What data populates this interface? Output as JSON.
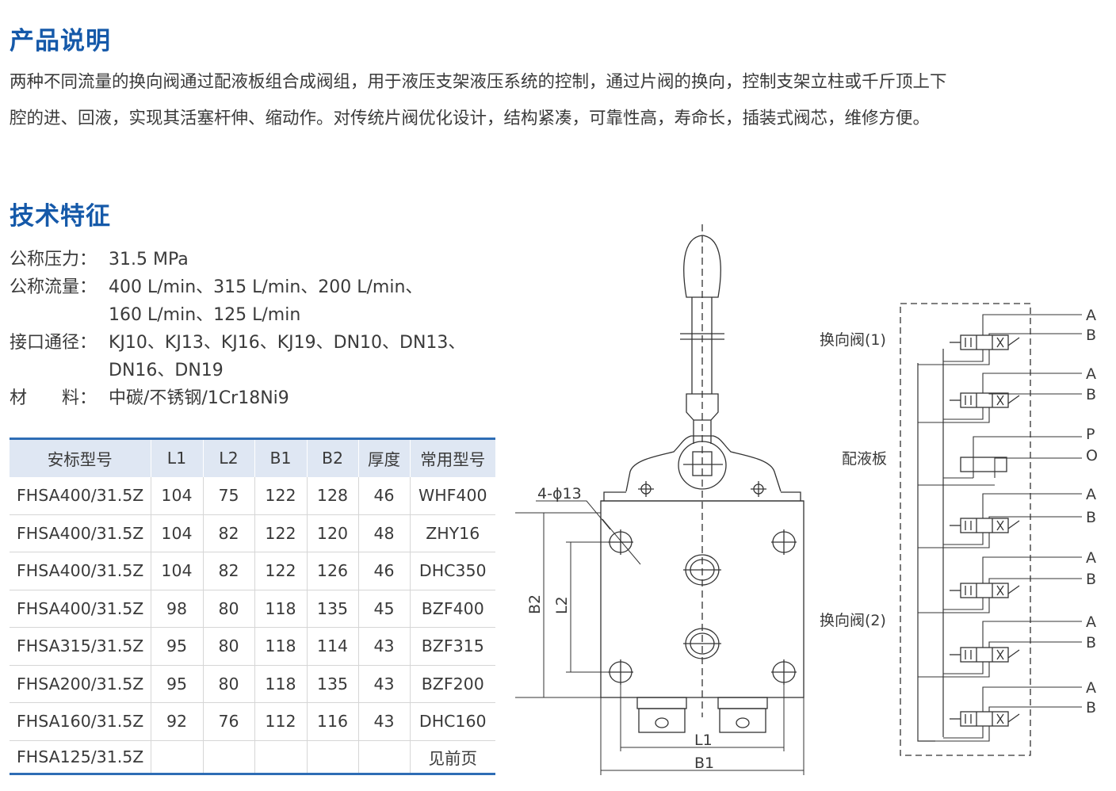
{
  "product_description": {
    "title": "产品说明",
    "line1": "两种不同流量的换向阀通过配液板组合成阀组，用于液压支架液压系统的控制，通过片阀的换向，控制支架立柱或千斤顶上下",
    "line2": "腔的进、回液，实现其活塞杆伸、缩动作。对传统片阀优化设计，结构紧凑，可靠性高，寿命长，插装式阀芯，维修方便。"
  },
  "technical_features": {
    "title": "技术特征",
    "specs": [
      {
        "key": "公称压力：",
        "value": "31.5 MPa"
      },
      {
        "key": "公称流量：",
        "value": "400 L/min、315 L/min、200 L/min、160 L/min、125 L/min"
      },
      {
        "key": "接口通径：",
        "value": "KJ10、KJ13、KJ16、KJ19、DN10、DN13、DN16、DN19"
      },
      {
        "key": "材　　料：",
        "value": "中碳/不锈钢/1Cr18Ni9"
      }
    ]
  },
  "table": {
    "headers": [
      "安标型号",
      "L1",
      "L2",
      "B1",
      "B2",
      "厚度",
      "常用型号"
    ],
    "rows": [
      [
        "FHSA400/31.5Z",
        "104",
        "75",
        "122",
        "128",
        "46",
        "WHF400"
      ],
      [
        "FHSA400/31.5Z",
        "104",
        "82",
        "122",
        "120",
        "48",
        "ZHY16"
      ],
      [
        "FHSA400/31.5Z",
        "104",
        "82",
        "122",
        "126",
        "46",
        "DHC350"
      ],
      [
        "FHSA400/31.5Z",
        "98",
        "80",
        "118",
        "135",
        "45",
        "BZF400"
      ],
      [
        "FHSA315/31.5Z",
        "95",
        "80",
        "118",
        "114",
        "43",
        "BZF315"
      ],
      [
        "FHSA200/31.5Z",
        "95",
        "80",
        "118",
        "135",
        "43",
        "BZF200"
      ],
      [
        "FHSA160/31.5Z",
        "92",
        "76",
        "112",
        "116",
        "43",
        "DHC160"
      ],
      [
        "FHSA125/31.5Z",
        "",
        "",
        "",
        "",
        "",
        "见前页"
      ]
    ]
  },
  "drawing": {
    "hole_label": "4-ϕ13",
    "B2": "B2",
    "L2": "L2",
    "L1": "L1",
    "B1": "B1"
  },
  "schematic": {
    "valve1_label": "换向阀(1)",
    "plate_label": "配液板",
    "valve2_label": "换向阀(2)",
    "ports": [
      "A",
      "B",
      "A",
      "B",
      "P",
      "O",
      "A",
      "B",
      "A",
      "B",
      "A",
      "B",
      "A",
      "B"
    ]
  }
}
